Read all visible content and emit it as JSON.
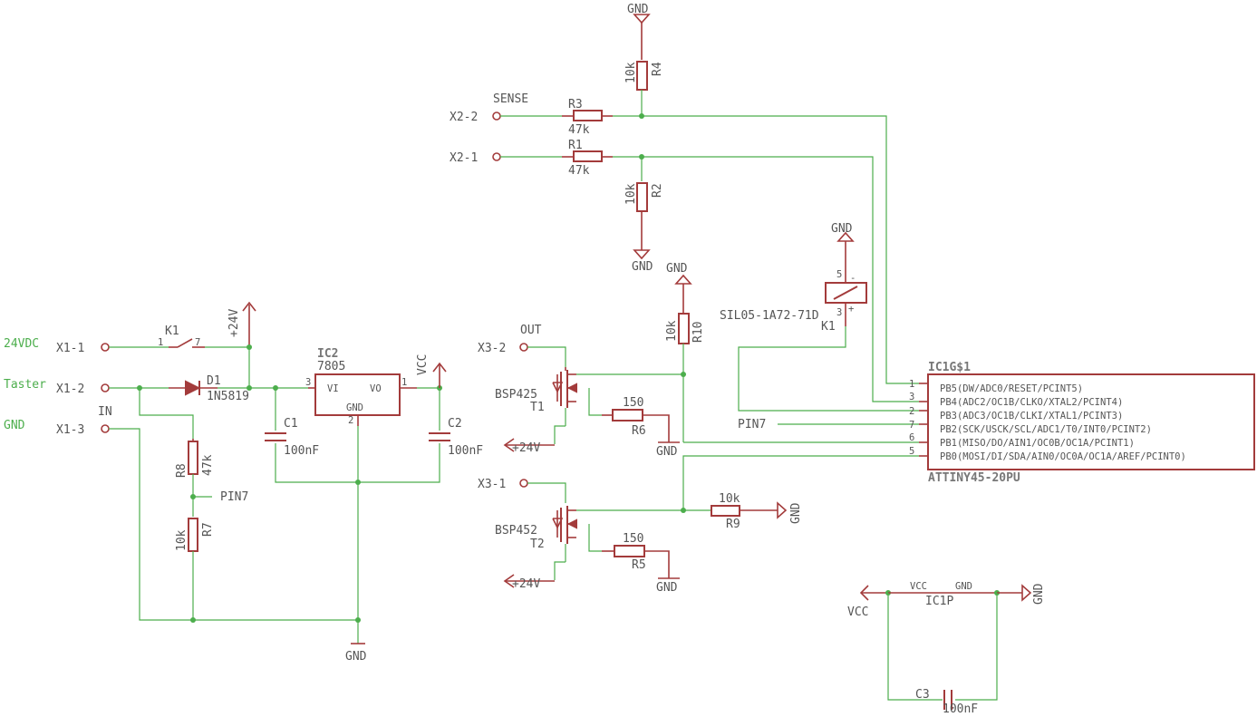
{
  "schematic": {
    "connectors": {
      "x1_1": "X1-1",
      "x1_2": "X1-2",
      "x1_3": "X1-3",
      "x2_1": "X2-1",
      "x2_2": "X2-2",
      "x3_1": "X3-1",
      "x3_2": "X3-2"
    },
    "net_labels": {
      "v24dc": "24VDC",
      "taster": "Taster",
      "gnd_in": "GND",
      "in": "IN",
      "sense": "SENSE",
      "out": "OUT",
      "pin7_left": "PIN7",
      "pin7_right": "PIN7"
    },
    "supply": {
      "gnd": "GND",
      "plus24": "+24V",
      "vcc": "VCC"
    },
    "components": {
      "k1_switch": "K1",
      "k1_pin1": "1",
      "k1_pin7": "7",
      "d1_name": "D1",
      "d1_value": "1N5819",
      "ic2_name": "IC2",
      "ic2_value": "7805",
      "ic2_vi": "VI",
      "ic2_vo": "VO",
      "ic2_gnd": "GND",
      "ic2_pin3": "3",
      "ic2_pin1": "1",
      "ic2_pin2": "2",
      "c1_name": "C1",
      "c1_value": "100nF",
      "c2_name": "C2",
      "c2_value": "100nF",
      "c3_name": "C3",
      "c3_value": "100nF",
      "r8_name": "R8",
      "r8_value": "47k",
      "r7_name": "R7",
      "r7_value": "10k",
      "r3_name": "R3",
      "r3_value": "47k",
      "r1_name": "R1",
      "r1_value": "47k",
      "r4_name": "R4",
      "r4_value": "10k",
      "r2_name": "R2",
      "r2_value": "10k",
      "r10_name": "R10",
      "r10_value": "10k",
      "r6_name": "R6",
      "r6_value": "150",
      "r5_name": "R5",
      "r5_value": "150",
      "r9_name": "R9",
      "r9_value": "10k",
      "t1_name": "T1",
      "t1_value": "BSP425",
      "t2_name": "T2",
      "t2_value": "BSP452",
      "relay_name": "K1",
      "relay_value": "SIL05-1A72-71D",
      "relay_pin5": "5",
      "relay_pin3": "3",
      "relay_minus": "-",
      "relay_plus": "+",
      "ic1p_name": "IC1P",
      "ic1p_vcc": "VCC",
      "ic1p_gnd": "GND"
    },
    "mcu": {
      "name": "IC1G$1",
      "value": "ATTINY45-20PU",
      "pins": [
        {
          "num": "1",
          "label": "PB5(DW/ADC0/RESET/PCINT5)"
        },
        {
          "num": "3",
          "label": "PB4(ADC2/OC1B/CLKO/XTAL2/PCINT4)"
        },
        {
          "num": "2",
          "label": "PB3(ADC3/OC1B/CLKI/XTAL1/PCINT3)"
        },
        {
          "num": "7",
          "label": "PB2(SCK/USCK/SCL/ADC1/T0/INT0/PCINT2)"
        },
        {
          "num": "6",
          "label": "PB1(MISO/DO/AIN1/OC0B/OC1A/PCINT1)"
        },
        {
          "num": "5",
          "label": "PB0(MOSI/DI/SDA/AIN0/OC0A/OC1A/AREF/PCINT0)"
        }
      ]
    }
  }
}
